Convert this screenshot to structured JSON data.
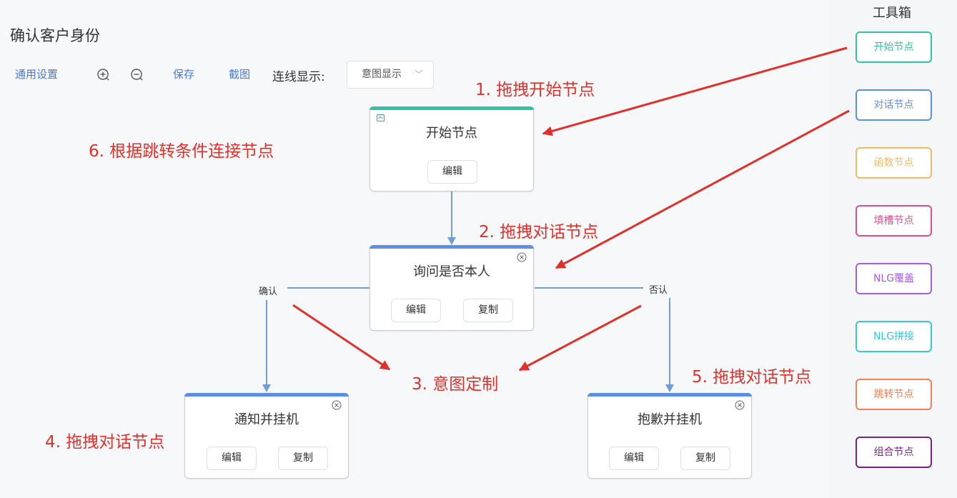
{
  "page": {
    "title": "确认客户身份"
  },
  "toolbar": {
    "settings_label": "通用设置",
    "save_label": "保存",
    "screenshot_label": "截图",
    "line_display_label": "连线显示:",
    "line_display_value": "意图显示"
  },
  "nodes": {
    "start": {
      "title": "开始节点",
      "edit_label": "编辑"
    },
    "ask": {
      "title": "询问是否本人",
      "edit_label": "编辑",
      "copy_label": "复制"
    },
    "notify": {
      "title": "通知并挂机",
      "edit_label": "编辑",
      "copy_label": "复制"
    },
    "sorry": {
      "title": "抱歉并挂机",
      "edit_label": "编辑",
      "copy_label": "复制"
    }
  },
  "edges": {
    "confirm_label": "确认",
    "deny_label": "否认"
  },
  "annotations": {
    "a1": "1. 拖拽开始节点",
    "a2": "2. 拖拽对话节点",
    "a3": "3. 意图定制",
    "a4": "4. 拖拽对话节点",
    "a5": "5. 拖拽对话节点",
    "a6": "6. 根据跳转条件连接节点"
  },
  "toolbox": {
    "title": "工具箱",
    "items": [
      {
        "label": "开始节点",
        "color": "#2ec4a5"
      },
      {
        "label": "对话节点",
        "color": "#5b8ee6"
      },
      {
        "label": "函数节点",
        "color": "#f4b860"
      },
      {
        "label": "填槽节点",
        "color": "#d94e8f"
      },
      {
        "label": "NLG覆盖",
        "color": "#a35fe0"
      },
      {
        "label": "NLG拼接",
        "color": "#35c6d8"
      },
      {
        "label": "跳转节点",
        "color": "#f08055"
      },
      {
        "label": "组合节点",
        "color": "#7b1f8a"
      }
    ]
  },
  "colors": {
    "start_bar": "#2ec4a5",
    "dialog_bar": "#5b8ee6",
    "edge": "#6f9fd4",
    "annotation": "#e0302a"
  }
}
